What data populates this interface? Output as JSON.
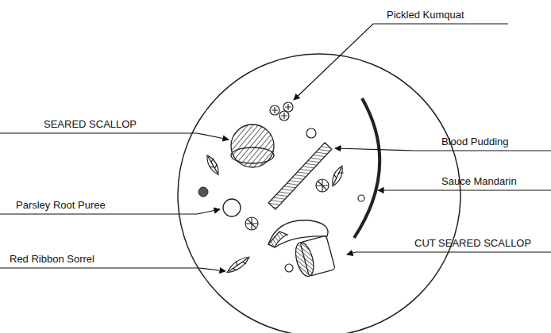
{
  "diagram": {
    "labels": [
      "Pickled Kumquat",
      "SEARED SCALLOP",
      "Blood Pudding",
      "Sauce Mandarin",
      "Parsley Root Puree",
      "Red Ribbon Sorrel",
      "CUT SEARED SCALLOP"
    ]
  }
}
